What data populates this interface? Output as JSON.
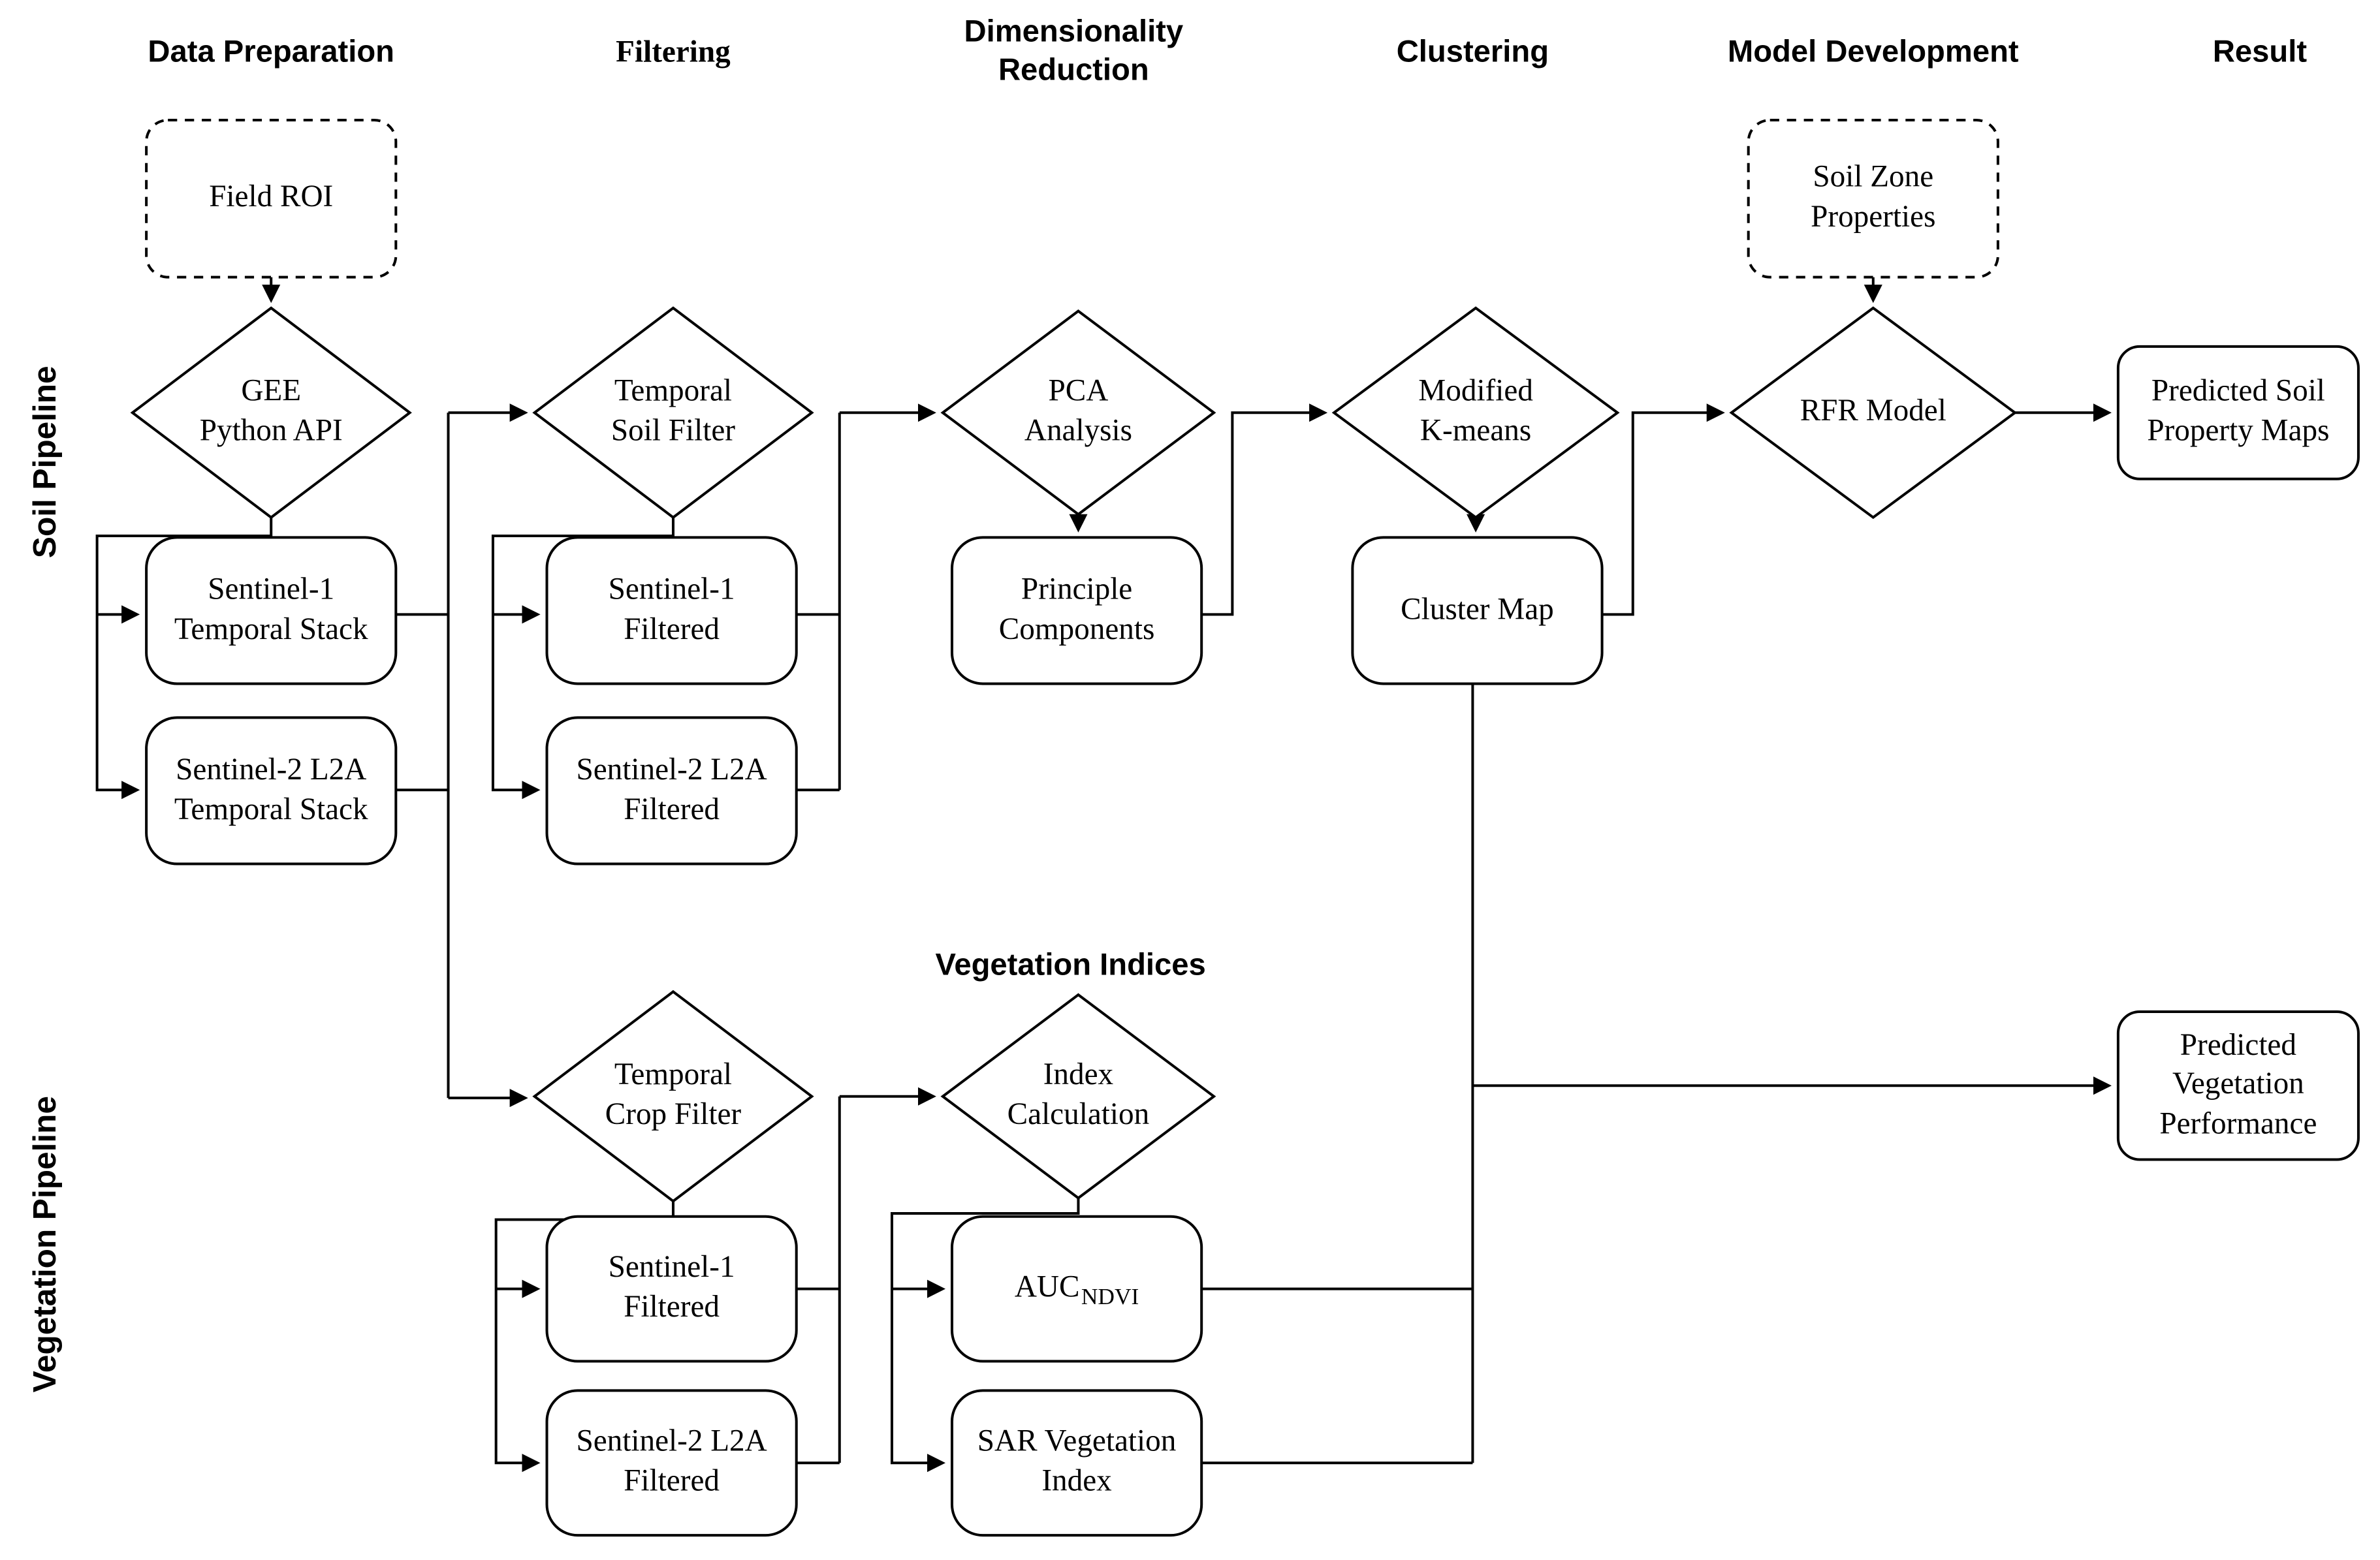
{
  "figure": {
    "background_color": "#ffffff",
    "line_color": "#000000",
    "text_color": "#000000"
  },
  "headers": [
    {
      "label": "Data Preparation"
    },
    {
      "label": "Filtering"
    },
    {
      "label": "Dimensionality\nReduction"
    },
    {
      "label": "Clustering"
    },
    {
      "label": "Model Development"
    },
    {
      "label": "Result"
    }
  ],
  "pipelines": {
    "soil": "Soil Pipeline",
    "vegetation": "Vegetation Pipeline"
  },
  "sections": {
    "vegetation_indices": "Vegetation Indices"
  },
  "nodes": {
    "field_roi": {
      "label": "Field ROI"
    },
    "gee_python_api": {
      "label": "GEE\nPython API"
    },
    "sentinel1_temporal_stack": {
      "label": "Sentinel-1\nTemporal Stack"
    },
    "sentinel2_temporal_stack": {
      "label": "Sentinel-2 L2A\nTemporal Stack"
    },
    "temporal_soil_filter": {
      "label": "Temporal\nSoil Filter"
    },
    "sentinel1_filtered_soil": {
      "label": "Sentinel-1\nFiltered"
    },
    "sentinel2_filtered_soil": {
      "label": "Sentinel-2 L2A\nFiltered"
    },
    "pca_analysis": {
      "label": "PCA\nAnalysis"
    },
    "principle_components": {
      "label": "Principle\nComponents"
    },
    "modified_kmeans": {
      "label": "Modified\nK-means"
    },
    "cluster_map": {
      "label": "Cluster Map"
    },
    "soil_zone_properties": {
      "label": "Soil Zone\nProperties"
    },
    "rfr_model": {
      "label": "RFR Model"
    },
    "predicted_soil_property_maps": {
      "label": "Predicted Soil\nProperty Maps"
    },
    "temporal_crop_filter": {
      "label": "Temporal\nCrop Filter"
    },
    "index_calculation": {
      "label": "Index\nCalculation"
    },
    "sentinel1_filtered_veg": {
      "label": "Sentinel-1\nFiltered"
    },
    "sentinel2_filtered_veg": {
      "label": "Sentinel-2 L2A\nFiltered"
    },
    "auc_ndvi": {
      "label_main": "AUC",
      "label_subscript": "NDVI"
    },
    "sar_vegetation_index": {
      "label": "SAR Vegetation\nIndex"
    },
    "predicted_vegetation_performance": {
      "label": "Predicted\nVegetation\nPerformance"
    }
  }
}
